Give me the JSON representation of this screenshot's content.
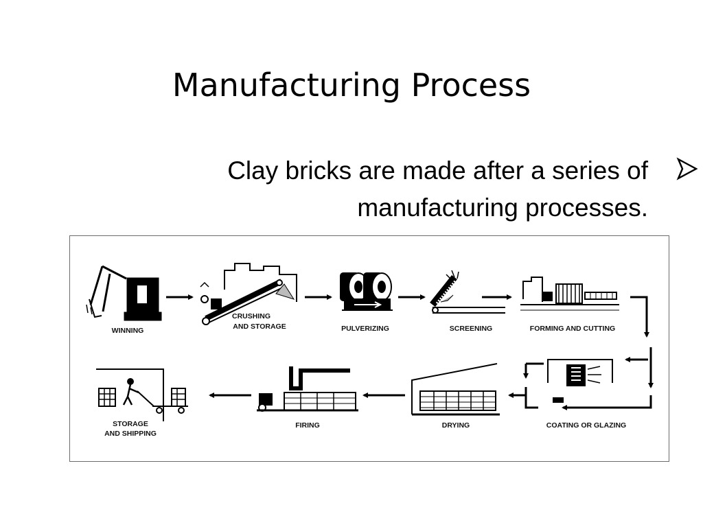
{
  "slide": {
    "title": "Manufacturing Process",
    "bullet_lines": [
      "Clay bricks are made after a series of",
      "manufacturing processes."
    ],
    "bullet_icon": "arrowhead-bullet-icon"
  },
  "diagram": {
    "steps": [
      {
        "label": "WINNING",
        "icon": "excavator-icon"
      },
      {
        "label": "CRUSHING",
        "label2": "AND STORAGE",
        "icon": "crusher-conveyor-icon"
      },
      {
        "label": "PULVERIZING",
        "icon": "pulverizer-rollers-icon"
      },
      {
        "label": "SCREENING",
        "icon": "screen-icon"
      },
      {
        "label": "FORMING AND CUTTING",
        "icon": "extruder-cutter-icon"
      },
      {
        "label": "COATING OR GLAZING",
        "icon": "coating-machine-icon"
      },
      {
        "label": "DRYING",
        "icon": "dryer-shed-icon"
      },
      {
        "label": "FIRING",
        "icon": "kiln-icon"
      },
      {
        "label": "STORAGE",
        "label2": "AND SHIPPING",
        "icon": "warehouse-cart-icon"
      }
    ]
  }
}
